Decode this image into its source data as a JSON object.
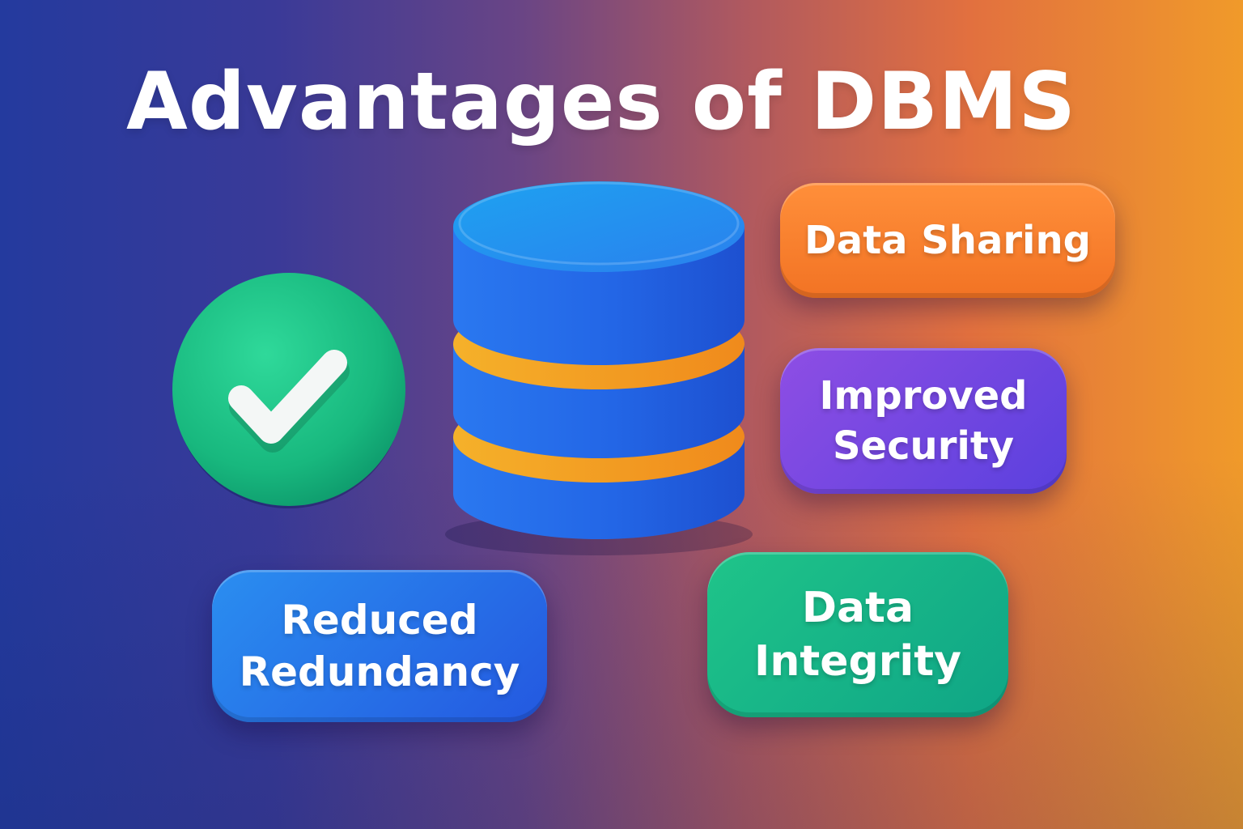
{
  "title": "Advantages of DBMS",
  "advantages": [
    {
      "lines": [
        "Data Sharing"
      ]
    },
    {
      "lines": [
        "Improved",
        "Security"
      ]
    },
    {
      "lines": [
        "Reduced",
        "Redundancy"
      ]
    },
    {
      "lines": [
        "Data",
        "Integrity"
      ]
    }
  ],
  "icons": {
    "check": "check-circle-icon",
    "database": "database-icon"
  },
  "colors": {
    "data_sharing": "#F47A2A",
    "improved_security": "#7046E2",
    "reduced_redundancy": "#2872E8",
    "data_integrity": "#14B587",
    "check_badge": "#1CC185",
    "database": "#1E6BE6",
    "database_rings": "#F5A623"
  }
}
